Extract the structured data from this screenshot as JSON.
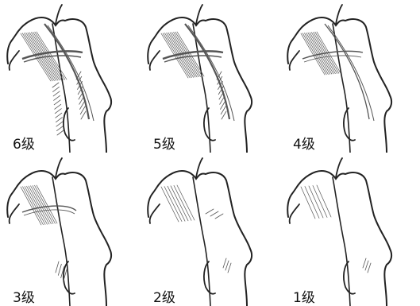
{
  "figure": {
    "stroke_color": "#222222",
    "trabecula_color": "#555555",
    "panels": [
      {
        "label": "6级",
        "grade": 6
      },
      {
        "label": "5级",
        "grade": 5
      },
      {
        "label": "4级",
        "grade": 4
      },
      {
        "label": "3级",
        "grade": 3
      },
      {
        "label": "2级",
        "grade": 2
      },
      {
        "label": "1级",
        "grade": 1
      }
    ]
  }
}
